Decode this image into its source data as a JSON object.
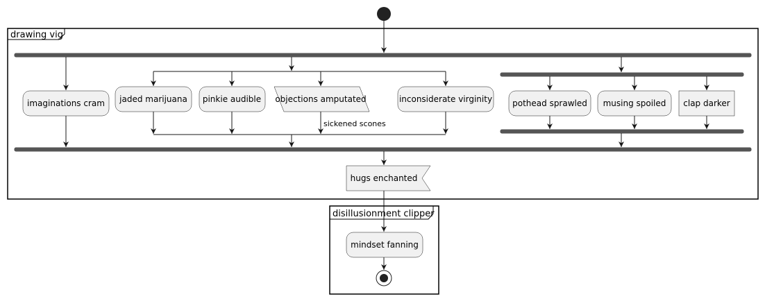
{
  "frames": {
    "outer_title": "drawing vig",
    "inner_title": "disillusionment clipper"
  },
  "activities": {
    "imaginations_cram": "imaginations cram",
    "jaded_marijuana": "jaded marijuana",
    "pinkie_audible": "pinkie audible",
    "objections_amputated": "objections amputated",
    "inconsiderate_virginity": "inconsiderate virginity",
    "pothead_sprawled": "pothead sprawled",
    "musing_spoiled": "musing spoiled",
    "clap_darker": "clap darker",
    "hugs_enchanted": "hugs enchanted",
    "mindset_fanning": "mindset fanning"
  },
  "notes": {
    "sickened_scones": "sickened scones"
  },
  "colors": {
    "node_fill": "#f1f1f1",
    "stroke": "#181818",
    "bar": "#555555"
  }
}
